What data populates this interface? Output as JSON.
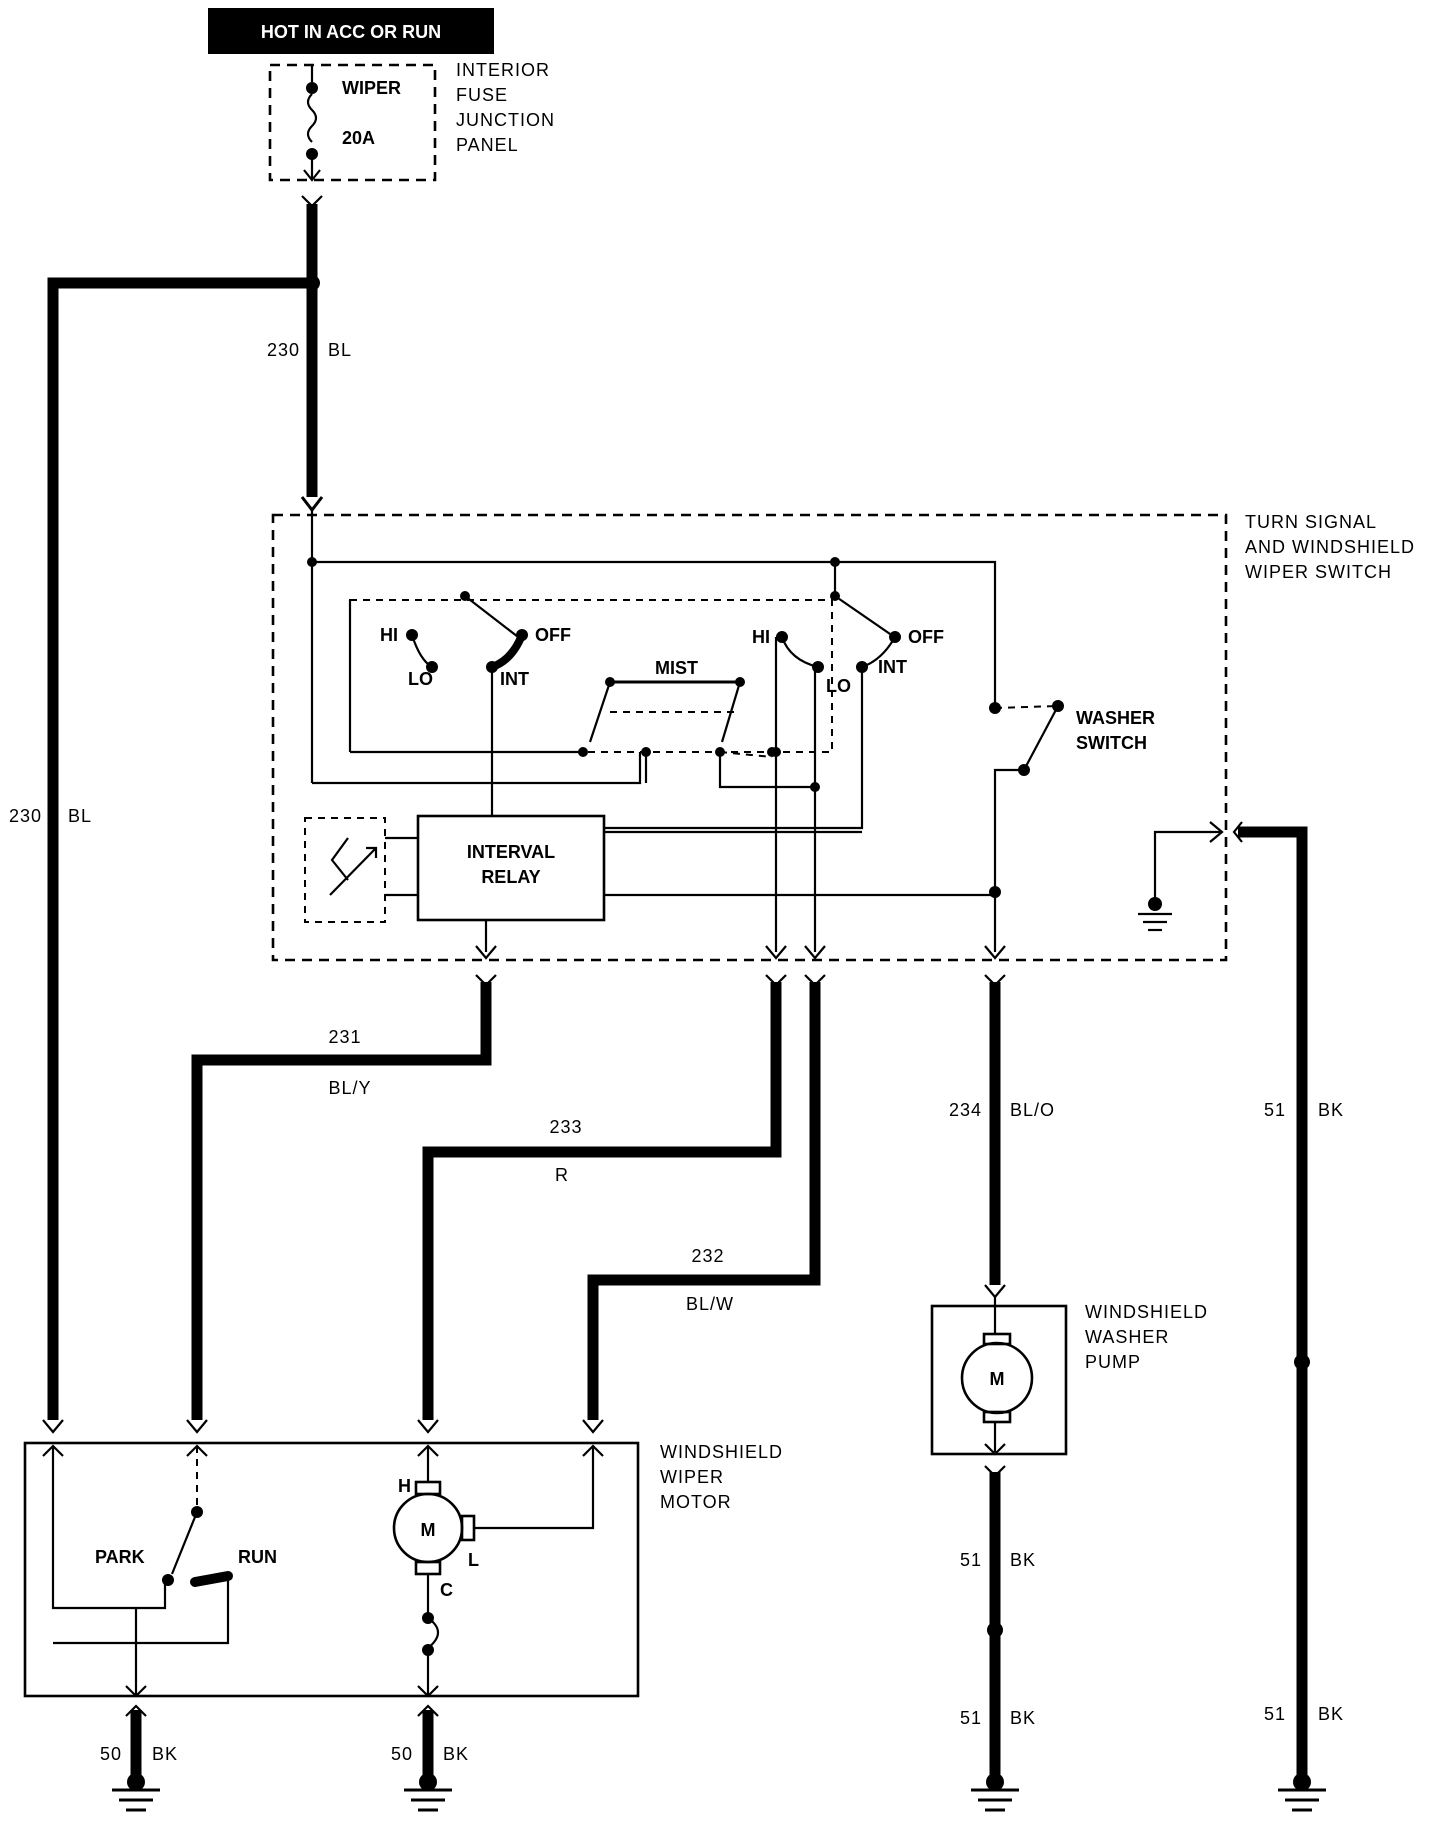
{
  "header_banner": "HOT IN ACC OR RUN",
  "fuse": {
    "name": "WIPER",
    "rating": "20A",
    "panel_label": [
      "INTERIOR",
      "FUSE",
      "JUNCTION",
      "PANEL"
    ]
  },
  "switch_label": [
    "TURN SIGNAL",
    "AND WINDSHIELD",
    "WIPER SWITCH"
  ],
  "switch_positions": {
    "hi": "HI",
    "lo": "LO",
    "off": "OFF",
    "int": "INT",
    "mist": "MIST"
  },
  "relay_label": [
    "INTERVAL",
    "RELAY"
  ],
  "washer_switch_label": [
    "WASHER",
    "SWITCH"
  ],
  "wiper_motor_label": [
    "WINDSHIELD",
    "WIPER",
    "MOTOR"
  ],
  "wiper_motor_terminals": {
    "motor": "M",
    "high": "H",
    "low": "L",
    "common": "C",
    "park": "PARK",
    "run": "RUN"
  },
  "washer_pump_label": [
    "WINDSHIELD",
    "WASHER",
    "PUMP"
  ],
  "washer_pump_motor": "M",
  "circuits": {
    "c230_top": {
      "num": "230",
      "color": "BL"
    },
    "c230_left": {
      "num": "230",
      "color": "BL"
    },
    "c231": {
      "num": "231",
      "color": "BL/Y"
    },
    "c233": {
      "num": "233",
      "color": "R"
    },
    "c232": {
      "num": "232",
      "color": "BL/W"
    },
    "c234": {
      "num": "234",
      "color": "BL/O"
    },
    "c51_right": {
      "num": "51",
      "color": "BK"
    },
    "c51_pump": {
      "num": "51",
      "color": "BK"
    },
    "c51_pump_low": {
      "num": "51",
      "color": "BK"
    },
    "c51_right_low": {
      "num": "51",
      "color": "BK"
    },
    "c50_left": {
      "num": "50",
      "color": "BK"
    },
    "c50_right": {
      "num": "50",
      "color": "BK"
    }
  }
}
